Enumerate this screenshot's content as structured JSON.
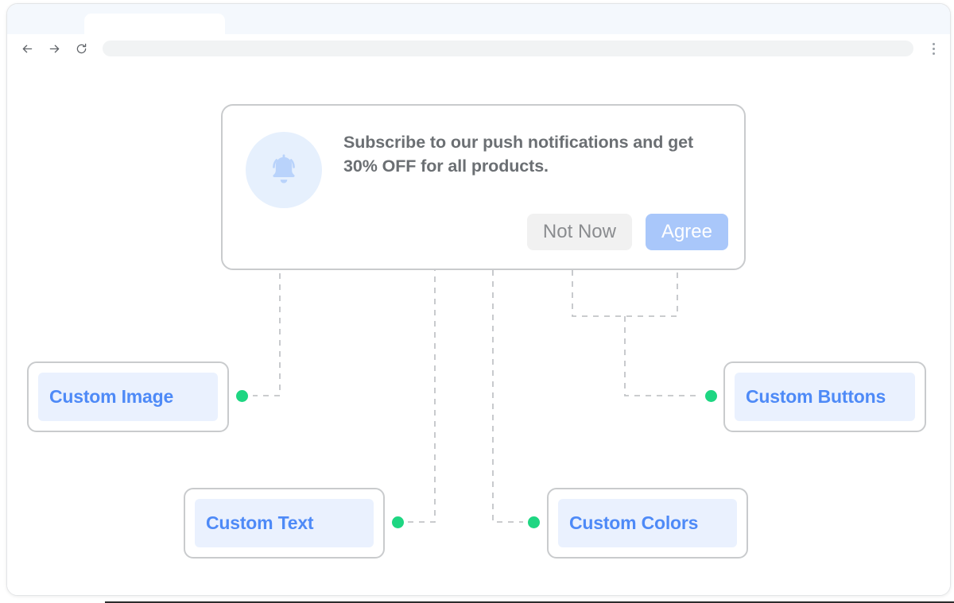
{
  "browser": {
    "back_icon": "back-arrow-icon",
    "forward_icon": "forward-arrow-icon",
    "reload_icon": "reload-icon",
    "menu_icon": "kebab-menu-icon",
    "url_value": "",
    "url_placeholder": "",
    "tab_title": ""
  },
  "notification": {
    "icon": "bell-icon",
    "message": "Subscribe to our push notifications and get 30% OFF for all products.",
    "buttons": {
      "decline_label": "Not Now",
      "accept_label": "Agree"
    }
  },
  "callouts": [
    {
      "id": "image",
      "label": "Custom Image"
    },
    {
      "id": "buttons",
      "label": "Custom Buttons"
    },
    {
      "id": "text",
      "label": "Custom Text"
    },
    {
      "id": "colors",
      "label": "Custom Colors"
    }
  ],
  "colors": {
    "accent_blue": "#4e8af7",
    "chip_bg": "#eaf1fe",
    "agree_button": "#a9c7fa",
    "not_now_button": "#f1f1f1",
    "connector_dot": "#1ed682",
    "border_gray": "#c9cbcd",
    "text_gray": "#6b6f73",
    "tabstrip_bg": "#f4f8fd"
  }
}
